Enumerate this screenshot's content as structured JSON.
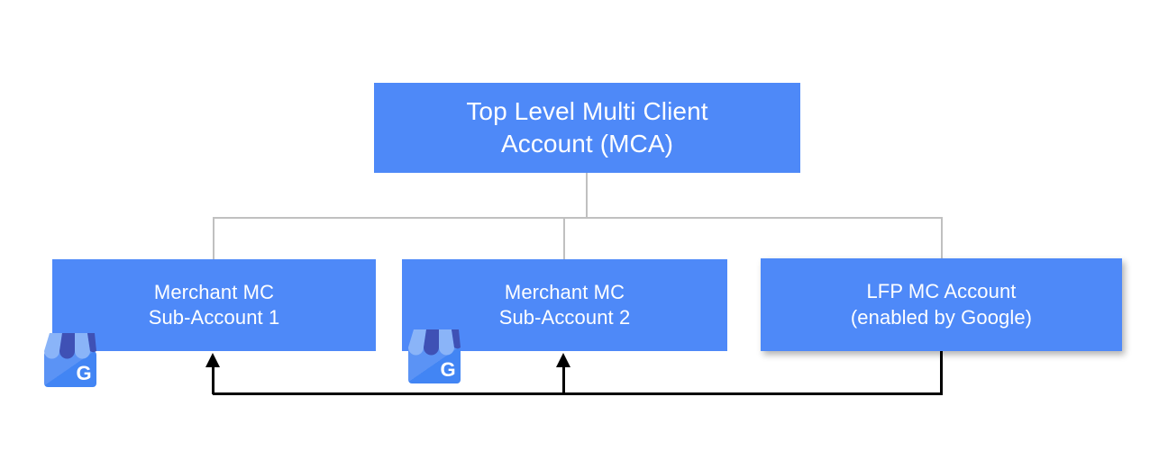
{
  "diagram": {
    "title_implied": "Merchant Center account hierarchy",
    "colors": {
      "node_blue": "#4e89f8",
      "node_text": "#ffffff",
      "connector_grey": "#c0c0c0",
      "feed_arrow_black": "#000000",
      "icon_awning_light": "#8ab4f8",
      "icon_awning_dark": "#3c55b1",
      "icon_body_blue": "#4285f4",
      "page_background": "#ffffff"
    },
    "nodes": {
      "mca": {
        "line1": "Top Level Multi Client",
        "line2": "Account (MCA)"
      },
      "sub1": {
        "line1": "Merchant MC",
        "line2": "Sub-Account 1"
      },
      "sub2": {
        "line1": "Merchant MC",
        "line2": "Sub-Account 2"
      },
      "lfp": {
        "line1": "LFP MC Account",
        "line2": "(enabled by Google)"
      }
    },
    "icons": {
      "gmb_1": "google-business-profile-storefront-icon",
      "gmb_2": "google-business-profile-storefront-icon",
      "gmb_letter": "G"
    },
    "connectors": {
      "tree": "mca branches down to sub1, sub2 and lfp",
      "feed_arrows": "lfp feeds up into sub-account 1 and sub-account 2"
    }
  }
}
